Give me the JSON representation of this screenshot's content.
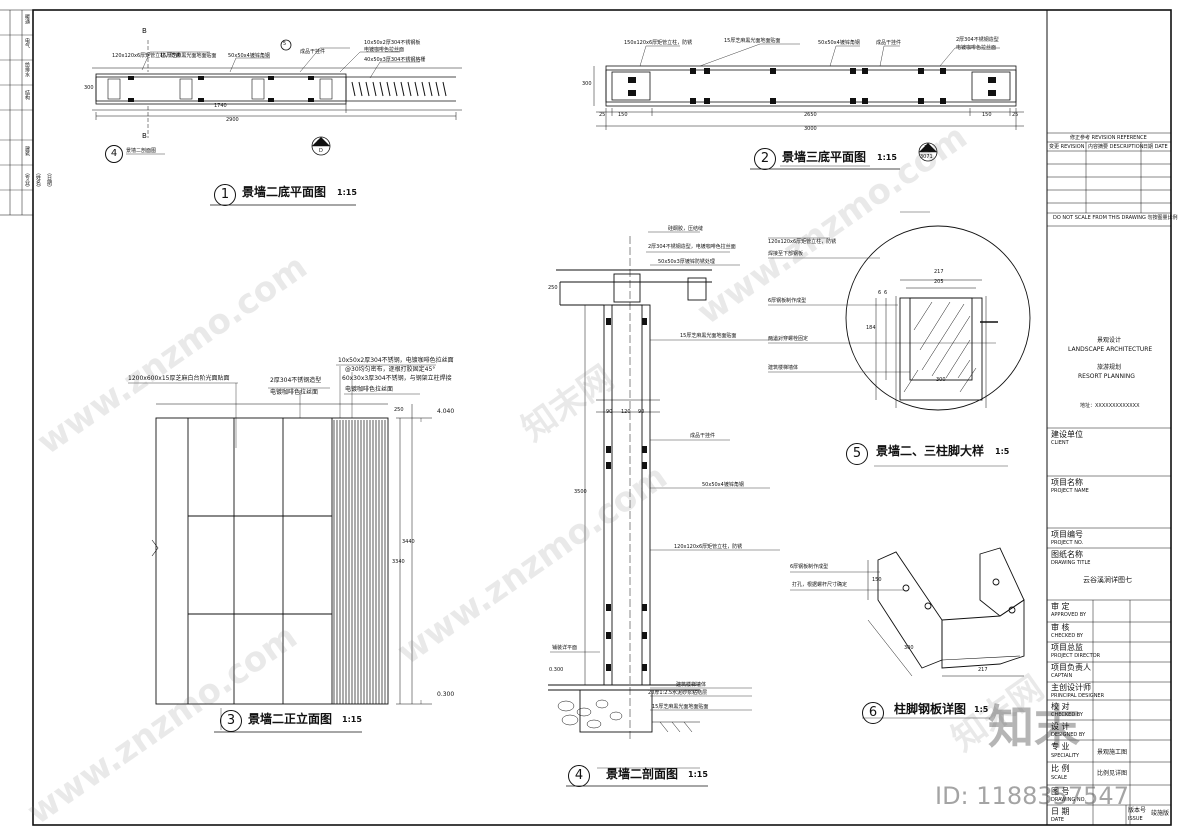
{
  "sidebar": {
    "cells": [
      "暖通",
      "电气",
      "给排水",
      "结构",
      "建筑",
      "（专业）",
      "（姓名）",
      "（日期）"
    ]
  },
  "title_block": {
    "revision_header": "修正参考   REVISION REFERENCE",
    "revision_cols": [
      "变更 REVISION",
      "内容摘要 DESCRIPTION",
      "日期 DATE"
    ],
    "scale_note": "DO NOT SCALE FROM THIS DRAWING  勿按图量比例",
    "firm_lines": [
      "景观设计",
      "LANDSCAPE ARCHITECTURE",
      "旅游规划",
      "RESORT PLANNING"
    ],
    "address": "地址：XXXXXXXXXXXXX",
    "client_cn": "建设单位",
    "client_en": "CLIENT",
    "project_name_cn": "项目名称",
    "project_name_en": "PROJECT NAME",
    "project_no_cn": "项目编号",
    "project_no_en": "PROJECT NO.",
    "drawing_title_cn": "图纸名称",
    "drawing_title_en": "DRAWING TITLE",
    "drawing_title_value": "云谷溪涧详图七",
    "roles": [
      {
        "cn": "审  定",
        "en": "APPROVED BY"
      },
      {
        "cn": "审  核",
        "en": "CHECKED BY"
      },
      {
        "cn": "项目总监",
        "en": "PROJECT DIRECTOR"
      },
      {
        "cn": "项目负责人",
        "en": "CAPTAIN"
      },
      {
        "cn": "主创设计师",
        "en": "PRINCIPAL DESIGNER"
      },
      {
        "cn": "校  对",
        "en": "CHECKED BY"
      },
      {
        "cn": "设  计",
        "en": "DESIGNED BY"
      },
      {
        "cn": "专  业",
        "en": "SPECIALITY"
      },
      {
        "cn": "比  例",
        "en": "SCALE"
      },
      {
        "cn": "图  号",
        "en": "DRAWING NO."
      },
      {
        "cn": "日  期",
        "en": "DATE"
      }
    ],
    "speciality_value": "景观施工图",
    "scale_value": "比例见详图",
    "issue_cn": "版本号",
    "issue_en": "ISSUE",
    "issue_value": "竣施版"
  },
  "drawings": {
    "d1": {
      "num": "1",
      "title": "景墙二底平面图",
      "scale": "1:15"
    },
    "d2": {
      "num": "2",
      "title": "景墙三底平面图",
      "scale": "1:15"
    },
    "d3": {
      "num": "3",
      "title": "景墙二正立面图",
      "scale": "1:15"
    },
    "d4": {
      "num": "4",
      "title": "景墙二剖面图",
      "scale": "1:15"
    },
    "d5": {
      "num": "5",
      "title": "景墙二、三柱脚大样",
      "scale": "1:5"
    },
    "d6": {
      "num": "6",
      "title": "柱脚钢板详图",
      "scale": "1:5"
    }
  },
  "plan1": {
    "section_mark": "B",
    "ref_bubble": "5",
    "ref_4": "4",
    "ref_4_text": "景墙二剖面图",
    "dim_total": "2900",
    "dim_sub": "1740",
    "dim_h": "300",
    "index_top": "3",
    "index_bot": "D",
    "notes": [
      "120x120x6厚矩管立柱，防锈",
      "15厚芝麻黑光面地面贴面",
      "50x50x4镀锌角钢",
      "成品干挂件",
      "10x50x2厚304不锈钢板",
      "电镀咖啡色拉丝面",
      "40x50x3厚304不锈钢格栅"
    ]
  },
  "plan2": {
    "notes": [
      "150x120x6厚矩管立柱，防锈",
      "15厚芝麻黑光面地面贴面",
      "50x50x4镀锌角钢",
      "成品干挂件",
      "2厚304不锈钢造型",
      "电镀咖啡色拉丝面"
    ],
    "dims": [
      "25",
      "150",
      "2650",
      "150",
      "25"
    ],
    "dim_total": "3000",
    "dim_h": "300",
    "index_top": "2",
    "index_bot": "3071"
  },
  "elev3": {
    "notes": [
      "1200x600x15厚芝麻白台阶光面贴面",
      "2厚304不锈钢造型",
      "电镀咖啡色拉丝面",
      "10x50x2厚304不锈钢，电镀咖啡色拉丝面",
      "@30均匀密布，逐根打胶固定45°",
      "60x30x3厚304不锈钢，与钢架立柱焊接",
      "电镀咖啡色拉丝面"
    ],
    "level_top": "4.040",
    "level_bot": "0.300",
    "dim_right": "3440",
    "dim_right2": "3340",
    "dim_top": "250"
  },
  "sect4": {
    "notes": [
      "硅酮胶，压结缝",
      "2厚304不锈钢造型，电镀咖啡色拉丝面",
      "50x50x3厚镀锌防锈处理",
      "15厚芝麻黑光面地面贴面",
      "成品干挂件",
      "50x50x4镀锌角钢",
      "120x120x6厚矩管立柱，防锈",
      "铺装详平面",
      "建筑楼梯墙体",
      "20厚1:2.5水泥砂浆粘结层",
      "15厚芝麻黑光面地面贴面"
    ],
    "dims": [
      "90",
      "120",
      "90"
    ],
    "dim_h": "3500",
    "dim_top": "250",
    "level": "0.300"
  },
  "detail5": {
    "notes": [
      "120x120x6厚矩管立柱，防锈",
      "焊接至下部钢板",
      "6厚钢板制作成型",
      "两道对穿螺栓固定",
      "建筑楼梯墙体"
    ],
    "dims": [
      "217",
      "205",
      "6",
      "6",
      "184",
      "300"
    ]
  },
  "detail6": {
    "notes": [
      "6厚钢板制作成型",
      "打孔，根据螺杆尺寸确定"
    ],
    "dims": [
      "150",
      "300",
      "217"
    ]
  },
  "watermark": {
    "site": "www.znzmo.com",
    "logo_cn": "知末",
    "brand_cn": "知末网",
    "id_text": "ID: 1188357547"
  }
}
